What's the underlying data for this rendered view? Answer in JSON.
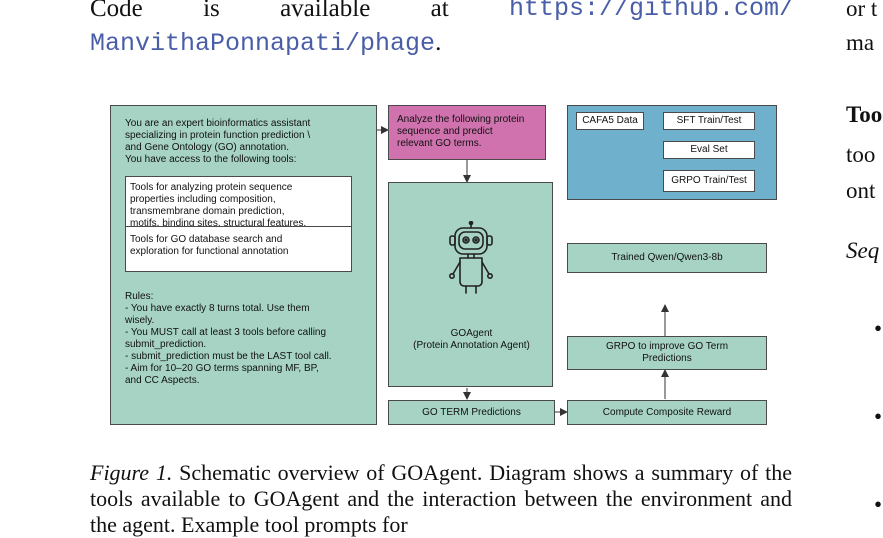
{
  "top_text": {
    "line1_words": [
      "Code",
      "is",
      "available",
      "at"
    ],
    "url_part1": "https://github.com/",
    "url_part2": "ManvithaPonnapati/phage",
    "url_end": "."
  },
  "right_column": {
    "frag1": "or t",
    "frag2": "ma",
    "frag3": "Too",
    "frag4": "too",
    "frag5": "ont",
    "frag6": "Seq",
    "bullets": [
      "•",
      "•",
      "•"
    ]
  },
  "diagram": {
    "system_prompt": "You are an expert bioinformatics assistant\nspecializing in protein function prediction \\\nand Gene Ontology (GO) annotation.\nYou have access to the following tools:",
    "tools_box_1": "Tools for analyzing protein sequence\nproperties including composition,\ntransmembrane domain prediction,\nmotifs, binding sites, structural features,\nand inter-residue contacts",
    "tools_box_2": "Tools for GO database search and\nexploration for functional annotation",
    "rules": "Rules:\n- You have exactly 8 turns total. Use them\nwisely.\n- You MUST call at least 3 tools before calling\nsubmit_prediction.\n- submit_prediction must be the LAST tool call.\n- Aim for 10–20 GO terms spanning MF, BP,\nand CC Aspects.",
    "task_prompt": "Analyze the following protein\nsequence and predict\nrelevant GO terms.",
    "data_cafa5": "CAFA5 Data",
    "data_sft": "SFT Train/Test",
    "data_eval": "Eval Set",
    "data_grpo": "GRPO Train/Test",
    "agent_name": "GOAgent\n(Protein Annotation Agent)",
    "predictions": "GO TERM Predictions",
    "reward": "Compute Composite Reward",
    "grpo_improve": "GRPO to improve GO Term\nPredictions",
    "trained_model": "Trained Qwen/Qwen3-8b",
    "robot_icon": "robot-icon",
    "colors": {
      "green": "#a7d3c5",
      "purple": "#cf72ad",
      "blue": "#6fb1cc"
    }
  },
  "caption": {
    "label": "Figure 1.",
    "text": "Schematic overview of GOAgent. Diagram shows a summary of the tools available to GOAgent and the interaction between the environment and the agent. Example tool prompts for"
  }
}
